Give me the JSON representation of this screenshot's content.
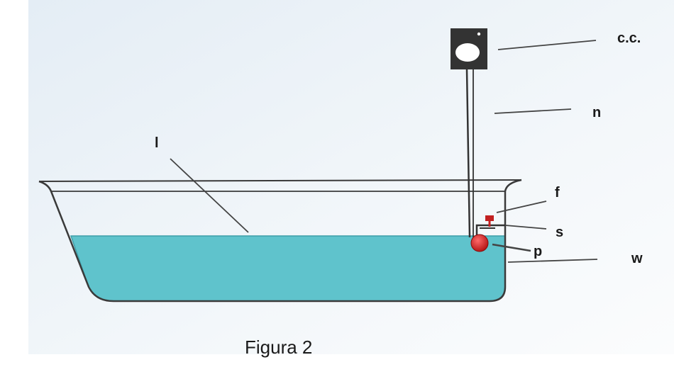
{
  "labels": {
    "cc": "c.c.",
    "n": "n",
    "l": "l",
    "f": "f",
    "s": "s",
    "p": "p",
    "w": "w"
  },
  "caption": "Figura 2",
  "colors": {
    "water": "#5fc3cc",
    "water_edge": "#3d9ea8",
    "float_ball": "#cc1f1f",
    "counter_box": "#333333",
    "counter_face": "#ffffff",
    "line": "#444444",
    "background_tint": "#dce8f1"
  }
}
